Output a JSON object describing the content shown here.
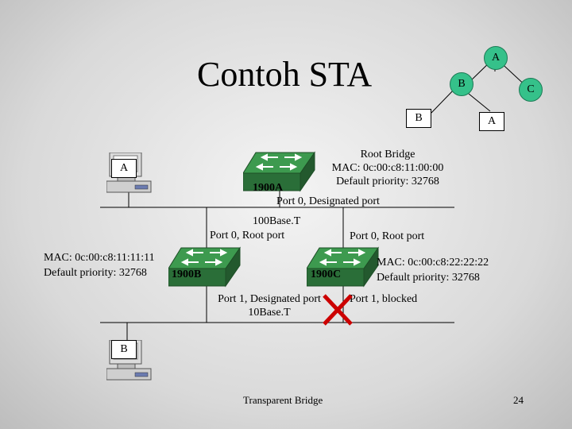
{
  "title": "Contoh STA",
  "tree": {
    "box_left": "B",
    "box_right": "A",
    "node_top": "A",
    "node_mid": "B",
    "node_right": "C"
  },
  "pcs": {
    "top_label": "A",
    "bottom_label": "B"
  },
  "switches": {
    "a": {
      "name": "1900A"
    },
    "b": {
      "name": "1900B"
    },
    "c": {
      "name": "1900C"
    }
  },
  "root_info": {
    "line1": "Root Bridge",
    "line2": "MAC: 0c:00:c8:11:00:00",
    "line3": "Default priority: 32768"
  },
  "labels": {
    "a_port0": "Port 0, Designated port",
    "link_top": "100Base.T",
    "b_port0": "Port 0, Root port",
    "c_port0": "Port 0, Root port",
    "b_mac": "MAC: 0c:00:c8:11:11:11",
    "b_priority": "Default priority: 32768",
    "c_mac": "MAC: 0c:00:c8:22:22:22",
    "c_priority": "Default priority: 32768",
    "b_port1_line1": "Port 1, Designated port",
    "b_port1_line2": "10Base.T",
    "c_port1": "Port 1, blocked"
  },
  "footer": {
    "caption": "Transparent Bridge",
    "page_number": "24"
  },
  "colors": {
    "switch_top": "#3d9a4f",
    "switch_side": "#2a6e38",
    "tree_node": "#35c18a",
    "blocked_x": "#cc0000"
  },
  "icons": {
    "switch": "switch-icon",
    "pc": "computer-icon",
    "blocked": "blocked-x-icon"
  }
}
